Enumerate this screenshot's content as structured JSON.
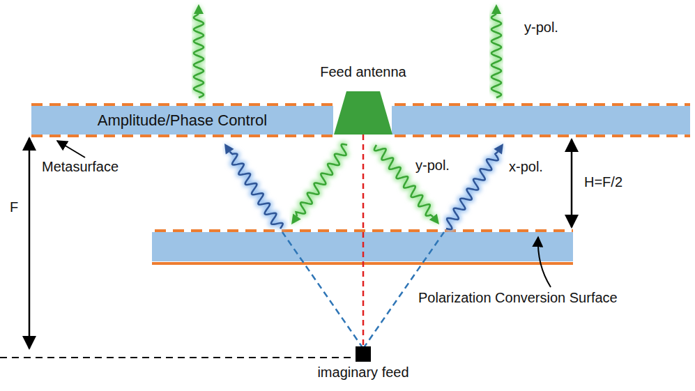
{
  "diagram": {
    "nodes": [
      {
        "text": [
          "Amplitude/Phase Control"
        ]
      },
      {
        "text": [
          "Feed antenna"
        ]
      },
      {
        "text": [
          "imaginary feed"
        ]
      }
    ],
    "edges": [
      {
        "from": 1,
        "to": 2,
        "arrow": "none"
      }
    ],
    "labels": [
      "y-pol.",
      "Metasurface",
      "y-pol.",
      "x-pol.",
      "H=F/2",
      "F",
      "Polarization Conversion Surface"
    ]
  }
}
